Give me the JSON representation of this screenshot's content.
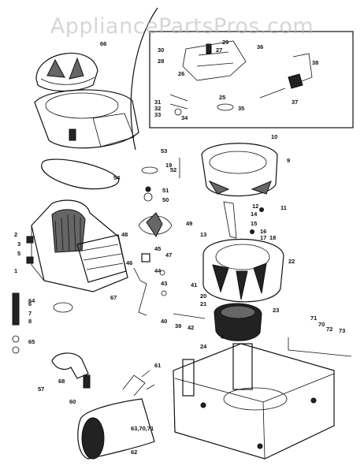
{
  "watermark": "AppliancePartsPros.com",
  "callouts": [
    "66",
    "53",
    "54",
    "52",
    "51",
    "50",
    "49",
    "48",
    "47",
    "46",
    "45",
    "44",
    "43",
    "42",
    "41",
    "40",
    "39",
    "38",
    "37",
    "36",
    "35",
    "34",
    "33",
    "32",
    "31",
    "30",
    "29",
    "28",
    "27",
    "26",
    "25",
    "24",
    "23",
    "22",
    "21",
    "20",
    "19",
    "18",
    "17",
    "16",
    "15",
    "14",
    "13",
    "12",
    "11",
    "10",
    "9",
    "8",
    "7",
    "6",
    "5",
    "4",
    "3",
    "2",
    "1",
    "64",
    "65",
    "67",
    "68",
    "57",
    "60",
    "61",
    "62",
    "63,70,71",
    "71",
    "70",
    "72",
    "73"
  ],
  "colors": {
    "ink": "#111111",
    "background": "#ffffff",
    "watermark": "#b4b4b4"
  }
}
